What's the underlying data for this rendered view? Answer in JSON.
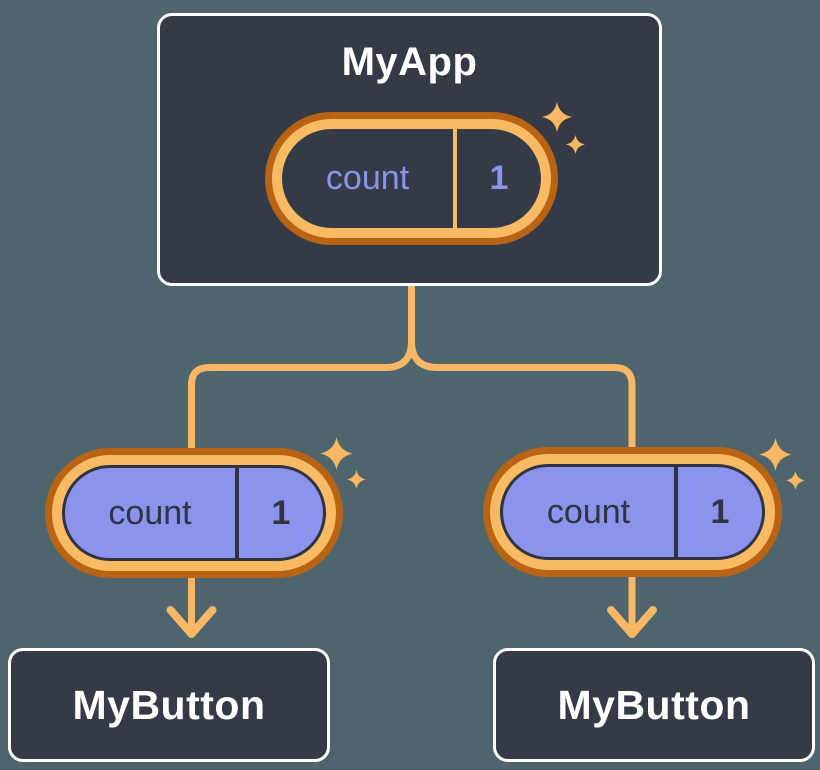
{
  "diagram": {
    "type": "component-tree",
    "background_color": "#4E656E",
    "root": {
      "title": "MyApp",
      "state_pill": {
        "label": "count",
        "value": "1"
      }
    },
    "children": [
      {
        "title": "MyButton",
        "prop_pill": {
          "label": "count",
          "value": "1"
        }
      },
      {
        "title": "MyButton",
        "prop_pill": {
          "label": "count",
          "value": "1"
        }
      }
    ],
    "icons": {
      "sparkle": "four-point-sparkle",
      "arrow": "arrow-down"
    },
    "colors": {
      "background": "#4E656E",
      "box_fill": "#343B47",
      "box_border": "#FFFFFF",
      "connector_orange": "#F8B764",
      "pill_ring_outer": "#B96315",
      "pill_ring_inner": "#F9BA64",
      "root_pill_fill": "#343B47",
      "root_pill_text": "#8B93EC",
      "child_pill_fill": "#8B93EC",
      "child_pill_text": "#2E3440",
      "title_text": "#FFFFFF"
    }
  }
}
